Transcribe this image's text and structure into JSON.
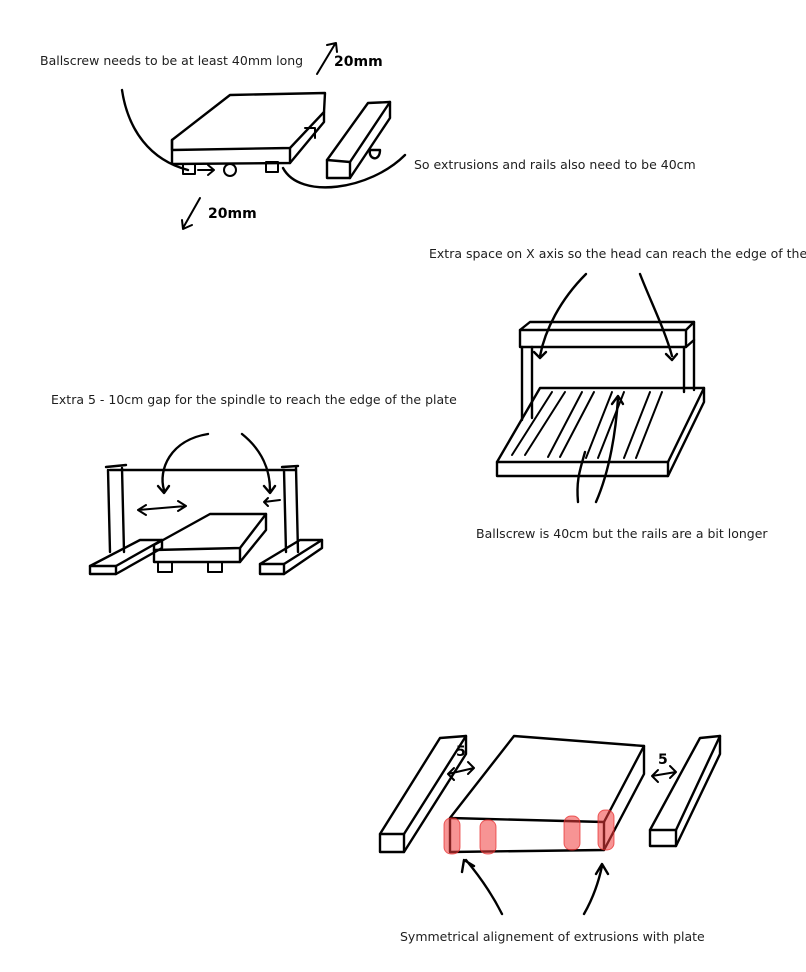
{
  "notes": {
    "ballscrew_length": "Ballscrew needs to be at least 40mm long",
    "extrusions_rails": "So extrusions and rails also need to be 40cm",
    "x_axis_space": "Extra space on X axis so the head can reach the edge of the plate",
    "spindle_gap": "Extra 5 - 10cm gap for the spindle to reach the edge of the plate",
    "rails_longer": "Ballscrew is 40cm but the rails are a bit longer",
    "symmetrical": "Symmetrical alignement of extrusions with plate"
  },
  "handwritten": {
    "top_dim": "20mm",
    "bottom_dim": "20mm",
    "gap_left": "5",
    "gap_right": "5"
  },
  "colors": {
    "ink": "#000000",
    "highlight": "#f03c3c"
  }
}
